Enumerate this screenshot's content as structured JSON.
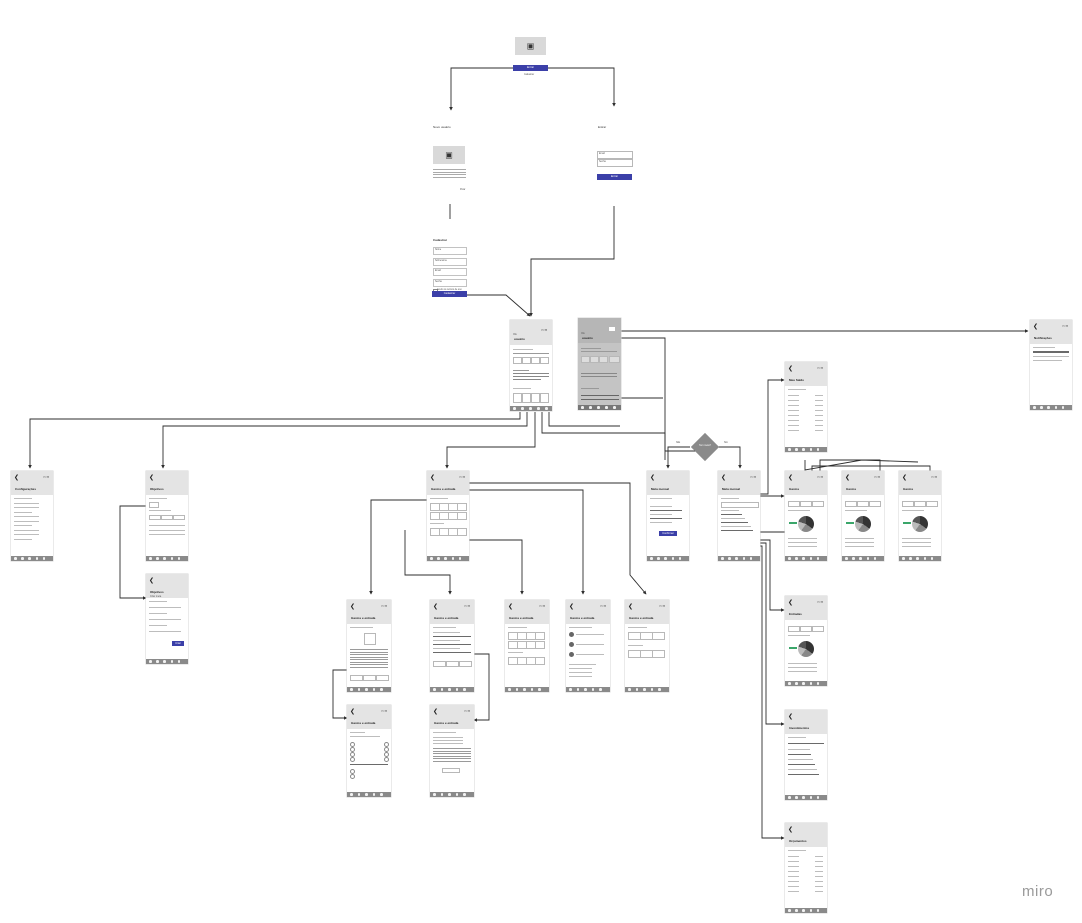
{
  "app": {
    "brand": "miro"
  },
  "colors": {
    "accent_button": "#3b3fa8",
    "header_gray": "#e4e4e4",
    "nav_gray": "#8a8a8a",
    "connector": "#2d2d2d"
  },
  "start": {
    "button": "Entrar",
    "link": "Cadastrar"
  },
  "branches": {
    "left_label": "Novo usuário",
    "right_label": "Entrar"
  },
  "login": {
    "field1": "Email",
    "field2": "Senha",
    "button": "Entrar"
  },
  "onboarding": {
    "skip": "Pular"
  },
  "signup": {
    "title": "Cadastrar",
    "fields": [
      "Nome",
      "Sobrenome",
      "Email",
      "Senha"
    ],
    "checkbox": "Aceito os termos de uso",
    "button": "Cadastrar"
  },
  "home": {
    "greeting": "Olá",
    "name": "usuário"
  },
  "decision": {
    "label": "Tem meta?",
    "yes": "Sim",
    "no": "Não"
  },
  "screens": {
    "config": {
      "title": "Configurações"
    },
    "objetivos": {
      "title": "Objetivos"
    },
    "objetivos2": {
      "title": "Objetivos",
      "subtitle": "Criar meta",
      "button": "Criar"
    },
    "gastos": {
      "title": "Gastos e entrada"
    },
    "meta": {
      "title": "Meta mensal"
    },
    "mensal": {
      "title": "Meta mensal",
      "button": "Confirmar"
    },
    "notificacoes": {
      "title": "Notificações"
    },
    "r1": {
      "title": "Meu Saldo"
    },
    "p1": {
      "title": "Gastos"
    },
    "p2": {
      "title": "Gastos"
    },
    "p3": {
      "title": "Gastos"
    },
    "r2": {
      "title": "Entradas"
    },
    "r3": {
      "title": "Investimentos"
    },
    "r4": {
      "title": "Orçamentos"
    },
    "g1": {
      "title": "Gastos e entrada"
    },
    "g2": {
      "title": "Gastos e entrada"
    },
    "g3": {
      "title": "Gastos e entrada"
    },
    "g4": {
      "title": "Gastos e entrada"
    },
    "g5": {
      "title": "Gastos e entrada"
    },
    "g6": {
      "title": "Gastos e entrada"
    },
    "g7": {
      "title": "Gastos e entrada"
    }
  }
}
